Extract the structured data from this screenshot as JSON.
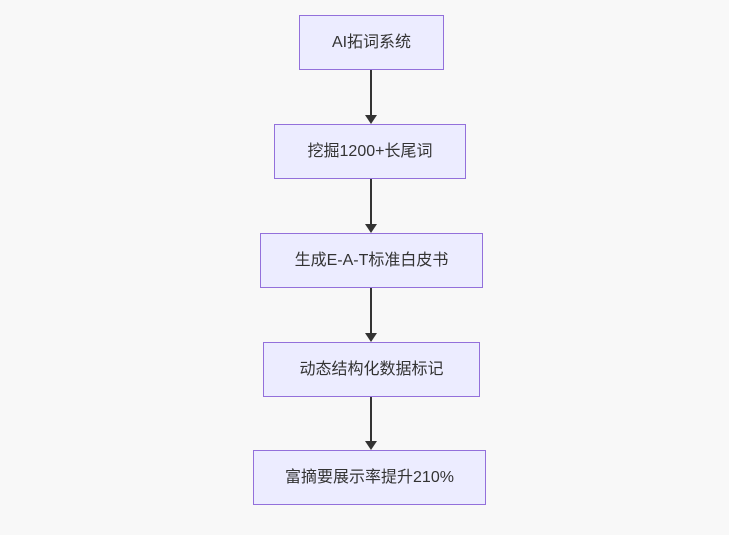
{
  "diagram": {
    "type": "flowchart",
    "direction": "top-down",
    "nodes": [
      {
        "id": "n1",
        "label": "AI拓词系统"
      },
      {
        "id": "n2",
        "label": "挖掘1200+长尾词"
      },
      {
        "id": "n3",
        "label": "生成E-A-T标准白皮书"
      },
      {
        "id": "n4",
        "label": "动态结构化数据标记"
      },
      {
        "id": "n5",
        "label": "富摘要展示率提升210%"
      }
    ],
    "edges": [
      {
        "from": "n1",
        "to": "n2"
      },
      {
        "from": "n2",
        "to": "n3"
      },
      {
        "from": "n3",
        "to": "n4"
      },
      {
        "from": "n4",
        "to": "n5"
      }
    ],
    "colors": {
      "node_fill": "#ECECFF",
      "node_border": "#9370DB",
      "edge": "#333333",
      "text": "#333333",
      "background": "#f8f8f8"
    }
  }
}
